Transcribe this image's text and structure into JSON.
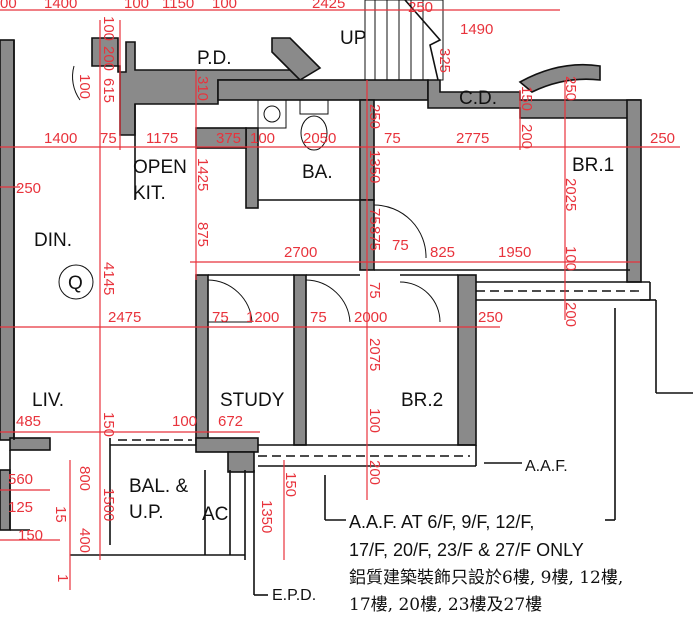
{
  "rooms": {
    "pd": "P.D.",
    "up": "UP",
    "cd": "C.D.",
    "open_kit_1": "OPEN",
    "open_kit_2": "KIT.",
    "ba": "BA.",
    "br1": "BR.1",
    "din": "DIN.",
    "q": "Q",
    "liv": "LIV.",
    "study": "STUDY",
    "br2": "BR.2",
    "bal_1": "BAL. &",
    "bal_2": "U.P.",
    "ac": "AC",
    "aaf": "A.A.F.",
    "epd": "E.P.D."
  },
  "notes": {
    "aaf_line1": "A.A.F. AT 6/F, 9/F, 12/F,",
    "aaf_line2": "17/F, 20/F, 23/F & 27/F ONLY",
    "cn_line1": "鋁質建築裝飾只設於6樓, 9樓, 12樓,",
    "cn_line2": "17樓, 20樓, 23樓及27樓"
  },
  "dimensions": {
    "top_00": "00",
    "top_1400": "1400",
    "top_100": "100",
    "top_1150": "1150",
    "top_100b": "100",
    "top_2425": "2425",
    "top_250": "250",
    "top_1490": "1490",
    "h_1400": "1400",
    "h_75": "75",
    "h_1175": "1175",
    "h_375": "375",
    "h_100": "100",
    "h_2050": "2050",
    "h_75b": "75",
    "h_2775": "2775",
    "h_250": "250",
    "h_250_left": "250",
    "h_2700": "2700",
    "h_75c": "75",
    "h_825": "825",
    "h_1950": "1950",
    "h_2475": "2475",
    "h_75d": "75",
    "h_1200": "1200",
    "h_75e": "75",
    "h_2000": "2000",
    "h_250b": "250",
    "h_485": "485",
    "h_100c": "100",
    "h_672": "672",
    "h_560": "560",
    "h_125": "125",
    "h_150": "150",
    "v_100": "100",
    "v_200": "200",
    "v_615": "615",
    "v_100b": "100",
    "v_325": "325",
    "v_310": "310",
    "v_250": "250",
    "v_1350": "1350",
    "v_1425": "1425",
    "v_875": "875",
    "v_75": "75",
    "v_875b": "875",
    "v_250c": "250",
    "v_150c": "150",
    "v_200b": "200",
    "v_2025": "2025",
    "v_100c": "100",
    "v_200c": "200",
    "v_4145": "4145",
    "v_75b": "75",
    "v_2075": "2075",
    "v_100d": "100",
    "v_200d": "200",
    "v_150": "150",
    "v_150b": "150",
    "v_1350b": "1350",
    "v_800": "800",
    "v_1500": "1500",
    "v_400": "400",
    "v_15": "15",
    "v_1": "1"
  }
}
